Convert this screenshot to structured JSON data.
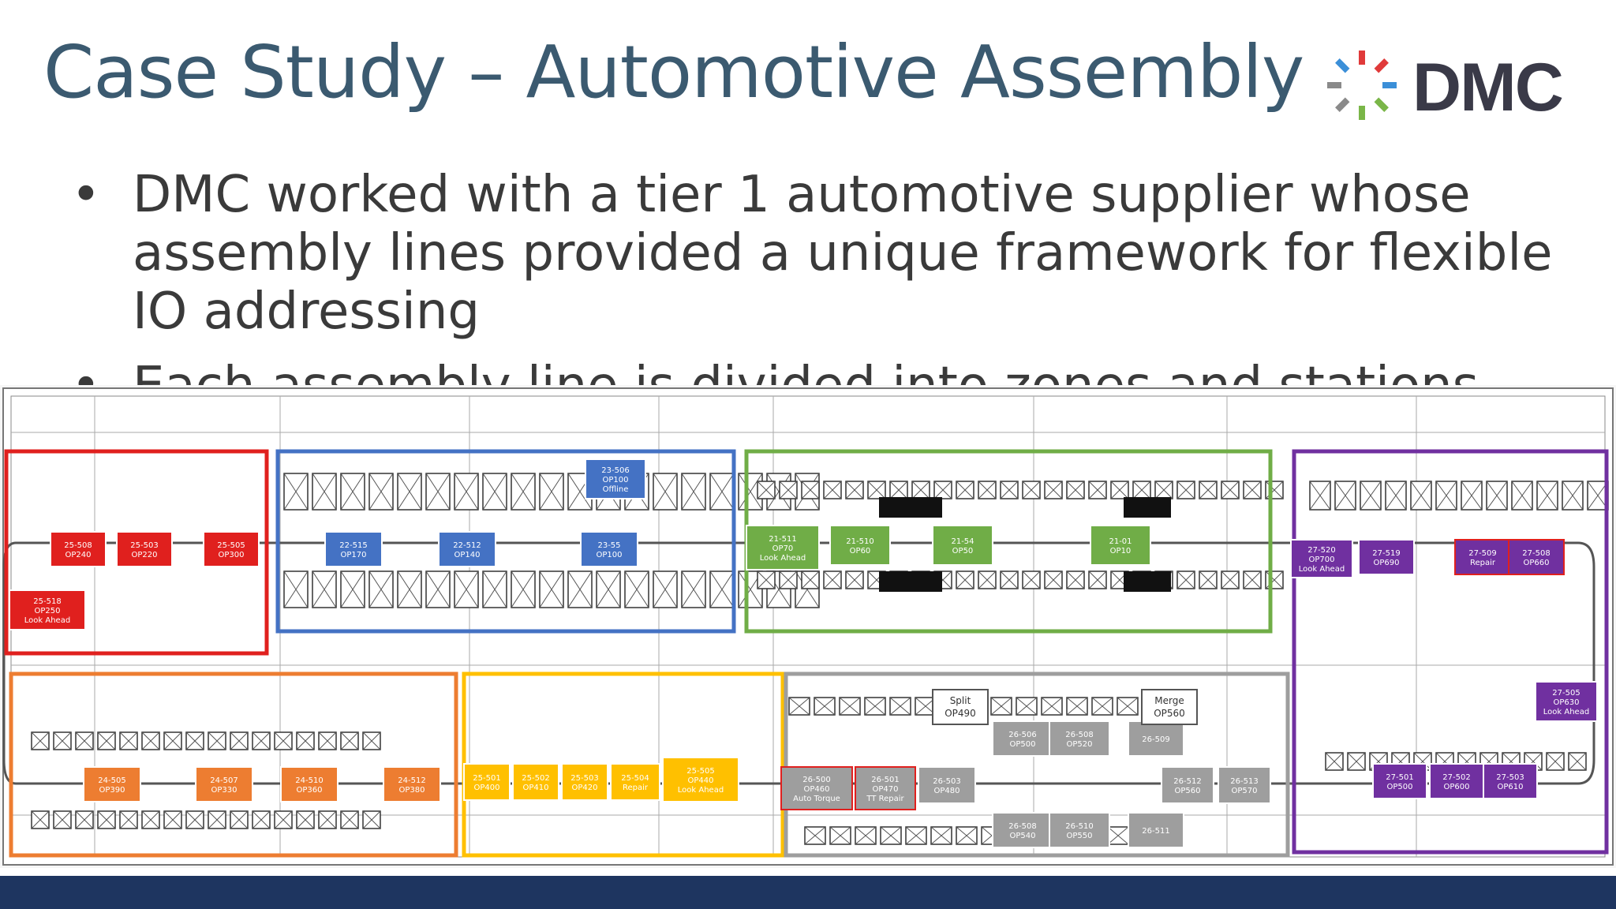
{
  "slide": {
    "title": "Case Study – Automotive Assembly",
    "logo_text": "DMC",
    "bullets": [
      "DMC worked with a tier 1 automotive supplier whose assembly lines provided a unique framework for flexible IO addressing",
      "Each assembly line is divided into zones and stations"
    ]
  },
  "colors": {
    "title": "#3b5a70",
    "footer": "#1e3560",
    "zone_red": "#e0201e",
    "zone_blue": "#4472c4",
    "zone_green": "#70ad47",
    "zone_orange": "#ed7d31",
    "zone_yellow": "#ffc000",
    "zone_gray": "#9e9e9e",
    "zone_purple": "#7030a0"
  },
  "diagram": {
    "zones": [
      {
        "id": "red-top-left",
        "color": "#e0201e",
        "stations": [
          {
            "line1": "25-508",
            "line2": "OP240"
          },
          {
            "line1": "25-503",
            "line2": "OP220"
          },
          {
            "line1": "25-505",
            "line2": "OP300"
          },
          {
            "line1": "25-518",
            "line2": "OP250",
            "line3": "Look Ahead"
          }
        ]
      },
      {
        "id": "blue-top",
        "color": "#4472c4",
        "stations": [
          {
            "line1": "22-515",
            "line2": "OP170"
          },
          {
            "line1": "22-512",
            "line2": "OP140"
          },
          {
            "line1": "23-506",
            "line2": "OP100",
            "line3": "Offline"
          },
          {
            "line1": "23-55",
            "line2": "OP100"
          }
        ]
      },
      {
        "id": "green-top",
        "color": "#70ad47",
        "stations": [
          {
            "line1": "21-511",
            "line2": "OP70",
            "line3": "Look Ahead"
          },
          {
            "line1": "21-510",
            "line2": "OP60"
          },
          {
            "line1": "21-54",
            "line2": "OP50"
          },
          {
            "line1": "21-01",
            "line2": "OP10"
          }
        ]
      },
      {
        "id": "purple-right",
        "color": "#7030a0",
        "stations": [
          {
            "line1": "27-520",
            "line2": "OP700",
            "line3": "Look Ahead"
          },
          {
            "line1": "27-519",
            "line2": "OP690"
          },
          {
            "line1": "27-509",
            "line2": "Repair"
          },
          {
            "line1": "27-508",
            "line2": "OP660"
          },
          {
            "line1": "27-505",
            "line2": "OP630",
            "line3": "Look Ahead"
          },
          {
            "line1": "27-501",
            "line2": "OP500"
          },
          {
            "line1": "27-502",
            "line2": "OP600"
          },
          {
            "line1": "27-503",
            "line2": "OP610"
          }
        ]
      },
      {
        "id": "orange-bottom-left",
        "color": "#ed7d31",
        "stations": [
          {
            "line1": "24-505",
            "line2": "OP390"
          },
          {
            "line1": "24-507",
            "line2": "OP330"
          },
          {
            "line1": "24-510",
            "line2": "OP360"
          },
          {
            "line1": "24-512",
            "line2": "OP380"
          }
        ]
      },
      {
        "id": "yellow-bottom",
        "color": "#ffc000",
        "stations": [
          {
            "line1": "25-501",
            "line2": "OP400"
          },
          {
            "line1": "25-502",
            "line2": "OP410"
          },
          {
            "line1": "25-503",
            "line2": "OP420"
          },
          {
            "line1": "25-504",
            "line2": "Repair"
          },
          {
            "line1": "25-505",
            "line2": "OP440",
            "line3": "Look Ahead"
          }
        ]
      },
      {
        "id": "gray-bottom",
        "color": "#9e9e9e",
        "stations": [
          {
            "line1": "26-500",
            "line2": "OP460",
            "line3": "Auto Torque"
          },
          {
            "line1": "26-501",
            "line2": "OP470",
            "line3": "TT Repair"
          },
          {
            "line1": "26-503",
            "line2": "OP480"
          },
          {
            "line1": "26-506",
            "line2": "OP500"
          },
          {
            "line1": "26-508",
            "line2": "OP520"
          },
          {
            "line1": "26-509",
            "line2": ""
          },
          {
            "line1": "26-508",
            "line2": "OP540"
          },
          {
            "line1": "26-510",
            "line2": "OP550"
          },
          {
            "line1": "26-511",
            "line2": ""
          },
          {
            "line1": "26-512",
            "line2": "OP560"
          },
          {
            "line1": "26-513",
            "line2": "OP570"
          }
        ]
      }
    ],
    "labels": {
      "split": {
        "line1": "Split",
        "line2": "OP490"
      },
      "merge": {
        "line1": "Merge",
        "line2": "OP560"
      }
    }
  }
}
